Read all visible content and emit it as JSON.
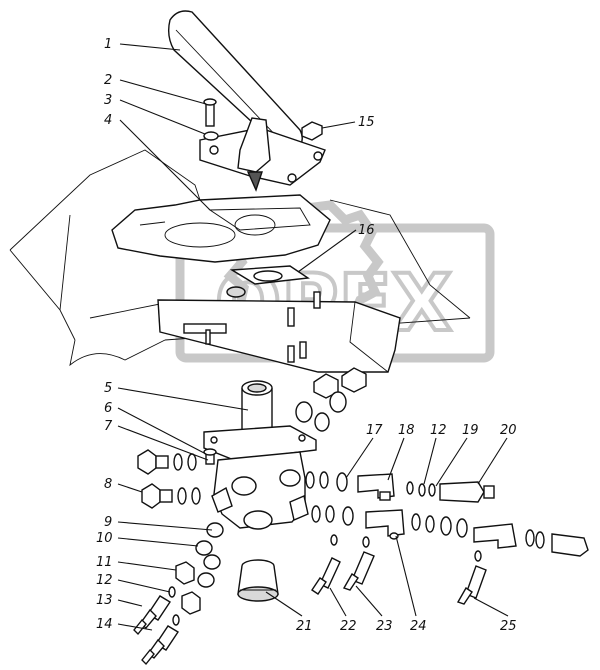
{
  "figure": {
    "watermark_text": "OPEX"
  },
  "callouts": [
    {
      "id": "c1",
      "text": "1"
    },
    {
      "id": "c2",
      "text": "2"
    },
    {
      "id": "c3",
      "text": "3"
    },
    {
      "id": "c4",
      "text": "4"
    },
    {
      "id": "c15",
      "text": "15"
    },
    {
      "id": "c16",
      "text": "16"
    },
    {
      "id": "c5",
      "text": "5"
    },
    {
      "id": "c6",
      "text": "6"
    },
    {
      "id": "c7",
      "text": "7"
    },
    {
      "id": "c17",
      "text": "17"
    },
    {
      "id": "c18",
      "text": "18"
    },
    {
      "id": "c12a",
      "text": "12"
    },
    {
      "id": "c19",
      "text": "19"
    },
    {
      "id": "c20",
      "text": "20"
    },
    {
      "id": "c8",
      "text": "8"
    },
    {
      "id": "c9",
      "text": "9"
    },
    {
      "id": "c10",
      "text": "10"
    },
    {
      "id": "c11",
      "text": "11"
    },
    {
      "id": "c12b",
      "text": "12"
    },
    {
      "id": "c13",
      "text": "13"
    },
    {
      "id": "c14",
      "text": "14"
    },
    {
      "id": "c21",
      "text": "21"
    },
    {
      "id": "c22",
      "text": "22"
    },
    {
      "id": "c23",
      "text": "23"
    },
    {
      "id": "c24",
      "text": "24"
    },
    {
      "id": "c25",
      "text": "25"
    }
  ]
}
